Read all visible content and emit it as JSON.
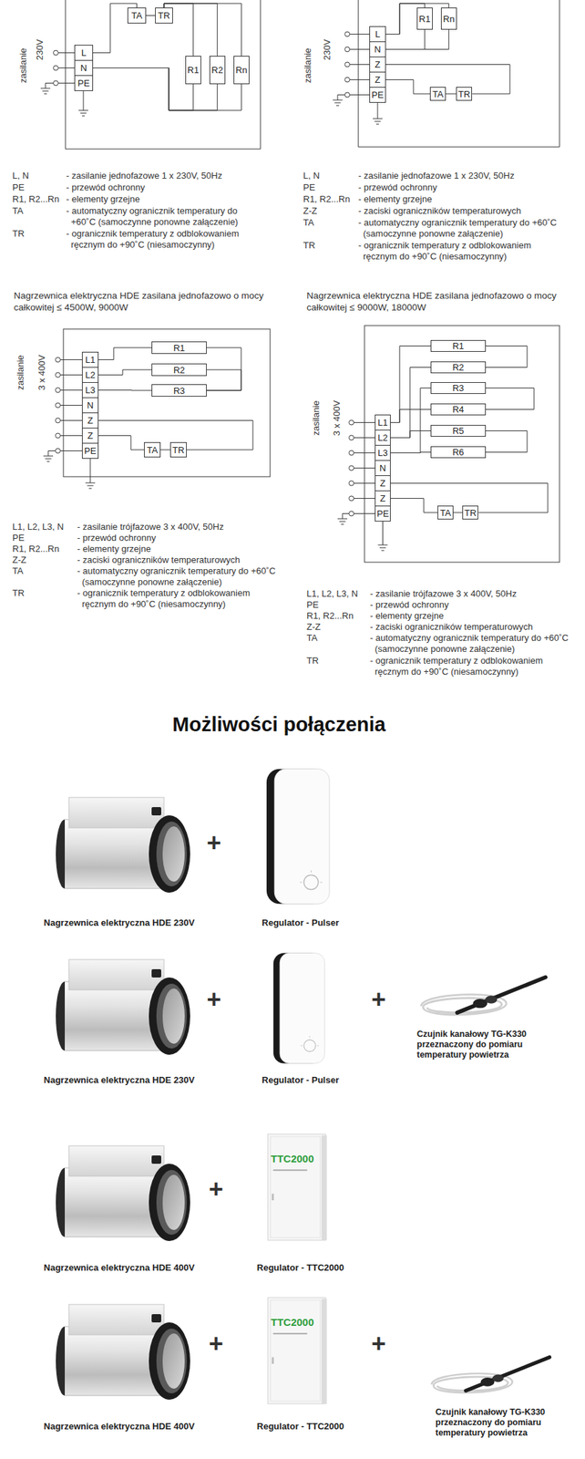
{
  "diagram": {
    "title": "Możliwości połączenia",
    "nodes": [
      {
        "text": [
          "TA"
        ]
      },
      {
        "text": [
          "TR"
        ]
      },
      {
        "text": [
          "L"
        ]
      },
      {
        "text": [
          "N"
        ]
      },
      {
        "text": [
          "PE"
        ]
      },
      {
        "text": [
          "R1"
        ]
      },
      {
        "text": [
          "R2"
        ]
      },
      {
        "text": [
          "Rn"
        ]
      },
      {
        "text": [
          "R1"
        ]
      },
      {
        "text": [
          "Rn"
        ]
      },
      {
        "text": [
          "L"
        ]
      },
      {
        "text": [
          "N"
        ]
      },
      {
        "text": [
          "Z"
        ]
      },
      {
        "text": [
          "Z"
        ]
      },
      {
        "text": [
          "PE"
        ]
      },
      {
        "text": [
          "TA"
        ]
      },
      {
        "text": [
          "TR"
        ]
      },
      {
        "text": [
          "R1"
        ]
      },
      {
        "text": [
          "R2"
        ]
      },
      {
        "text": [
          "R3"
        ]
      },
      {
        "text": [
          "L1"
        ]
      },
      {
        "text": [
          "L2"
        ]
      },
      {
        "text": [
          "L3"
        ]
      },
      {
        "text": [
          "N"
        ]
      },
      {
        "text": [
          "Z"
        ]
      },
      {
        "text": [
          "Z"
        ]
      },
      {
        "text": [
          "PE"
        ]
      },
      {
        "text": [
          "TA"
        ]
      },
      {
        "text": [
          "TR"
        ]
      },
      {
        "text": [
          "R1"
        ]
      },
      {
        "text": [
          "R2"
        ]
      },
      {
        "text": [
          "R3"
        ]
      },
      {
        "text": [
          "R4"
        ]
      },
      {
        "text": [
          "R5"
        ]
      },
      {
        "text": [
          "R6"
        ]
      },
      {
        "text": [
          "L1"
        ]
      },
      {
        "text": [
          "L2"
        ]
      },
      {
        "text": [
          "L3"
        ]
      },
      {
        "text": [
          "N"
        ]
      },
      {
        "text": [
          "Z"
        ]
      },
      {
        "text": [
          "Z"
        ]
      },
      {
        "text": [
          "PE"
        ]
      },
      {
        "text": [
          "TA"
        ]
      },
      {
        "text": [
          "TR"
        ]
      }
    ],
    "edges": [
      {
        "from": 2,
        "to": 0,
        "arrow": "none"
      },
      {
        "from": 0,
        "to": 1,
        "arrow": "none"
      },
      {
        "from": 1,
        "to": 5,
        "arrow": "none"
      },
      {
        "from": 1,
        "to": 6,
        "arrow": "none"
      },
      {
        "from": 1,
        "to": 7,
        "arrow": "none"
      },
      {
        "from": 5,
        "to": 3,
        "arrow": "none"
      },
      {
        "from": 6,
        "to": 3,
        "arrow": "none"
      },
      {
        "from": 7,
        "to": 3,
        "arrow": "none"
      },
      {
        "from": 10,
        "to": 8,
        "arrow": "none"
      },
      {
        "from": 10,
        "to": 9,
        "arrow": "none"
      },
      {
        "from": 8,
        "to": 11,
        "arrow": "none"
      },
      {
        "from": 9,
        "to": 11,
        "arrow": "none"
      },
      {
        "from": 12,
        "to": 16,
        "arrow": "none"
      },
      {
        "from": 16,
        "to": 15,
        "arrow": "none"
      },
      {
        "from": 15,
        "to": 13,
        "arrow": "none"
      },
      {
        "from": 20,
        "to": 17,
        "arrow": "none"
      },
      {
        "from": 21,
        "to": 18,
        "arrow": "none"
      },
      {
        "from": 22,
        "to": 19,
        "arrow": "none"
      },
      {
        "from": 17,
        "to": 19,
        "arrow": "none"
      },
      {
        "from": 18,
        "to": 19,
        "arrow": "none"
      },
      {
        "from": 24,
        "to": 28,
        "arrow": "none"
      },
      {
        "from": 28,
        "to": 27,
        "arrow": "none"
      },
      {
        "from": 27,
        "to": 25,
        "arrow": "none"
      },
      {
        "from": 35,
        "to": 29,
        "arrow": "none"
      },
      {
        "from": 35,
        "to": 32,
        "arrow": "none"
      },
      {
        "from": 36,
        "to": 30,
        "arrow": "none"
      },
      {
        "from": 36,
        "to": 33,
        "arrow": "none"
      },
      {
        "from": 37,
        "to": 31,
        "arrow": "none"
      },
      {
        "from": 37,
        "to": 34,
        "arrow": "none"
      },
      {
        "from": 29,
        "to": 30,
        "arrow": "none"
      },
      {
        "from": 31,
        "to": 32,
        "arrow": "none"
      },
      {
        "from": 33,
        "to": 34,
        "arrow": "none"
      },
      {
        "from": 39,
        "to": 43,
        "arrow": "none"
      },
      {
        "from": 43,
        "to": 42,
        "arrow": "none"
      },
      {
        "from": 42,
        "to": 40,
        "arrow": "none"
      }
    ],
    "labels": [
      "zasilanie",
      "230V",
      "L, N",
      "- zasilanie jednofazowe 1 x 230V, 50Hz",
      "PE",
      "- przewód ochronny",
      "R1, R2...Rn",
      "- elementy grzejne",
      "TA",
      "- automatyczny ogranicznik temperatury do +60˚C (samoczynne ponowne załączenie)",
      "TR",
      "- ogranicznik temperatury z odblokowaniem ręcznym do +90˚C (niesamoczynny)",
      "zasilanie",
      "230V",
      "L, N",
      "- zasilanie jednofazowe 1 x 230V, 50Hz",
      "PE",
      "- przewód ochronny",
      "R1, R2...Rn",
      "- elementy grzejne",
      "Z-Z",
      "- zaciski ograniczników temperaturowych",
      "TA",
      "- automatyczny ogranicznik temperatury do +60˚C (samoczynne ponowne załączenie)",
      "TR",
      "- ogranicznik temperatury z odblokowaniem ręcznym do +90˚C (niesamoczynny)",
      "Nagrzewnica elektryczna HDE zasilana jednofazowo o mocy całkowitej ≤ 4500W, 9000W",
      "zasilanie",
      "3 x 400V",
      "L1, L2, L3, N",
      "- zasilanie trójfazowe 3 x 400V, 50Hz",
      "PE",
      "- przewód ochronny",
      "R1, R2...Rn",
      "- elementy grzejne",
      "Z-Z",
      "- zaciski ograniczników temperaturowych",
      "TA",
      "- automatyczny ogranicznik temperatury do +60˚C (samoczynne ponowne załączenie)",
      "TR",
      "- ogranicznik temperatury z odblokowaniem ręcznym do +90˚C (niesamoczynny)",
      "Nagrzewnica elektryczna HDE zasilana jednofazowo o mocy całkowitej ≤ 9000W, 18000W",
      "zasilanie",
      "3 x 400V",
      "L1, L2, L3, N",
      "- zasilanie trójfazowe 3 x 400V, 50Hz",
      "PE",
      "- przewód ochronny",
      "R1, R2...Rn",
      "- elementy grzejne",
      "Z-Z",
      "- zaciski ograniczników temperaturowych",
      "TA",
      "- automatyczny ogranicznik temperatury do +60˚C (samoczynne ponowne załączenie)",
      "TR",
      "- ogranicznik temperatury z odblokowaniem ręcznym do +90˚C (niesamoczynny)",
      "Nagrzewnica elektryczna HDE 230V",
      "+",
      "Regulator - Pulser",
      "Nagrzewnica elektryczna HDE 230V",
      "+",
      "Regulator - Pulser",
      "+",
      "Czujnik kanałowy TG-K330 przeznaczony do pomiaru temperatury powietrza",
      "TTC2000",
      "Nagrzewnica elektryczna HDE 400V",
      "+",
      "Regulator - TTC2000",
      "TTC2000",
      "Nagrzewnica elektryczna HDE 400V",
      "+",
      "Regulator - TTC2000",
      "+",
      "Czujnik kanałowy TG-K330 przeznaczony do pomiaru temperatury powietrza"
    ]
  }
}
